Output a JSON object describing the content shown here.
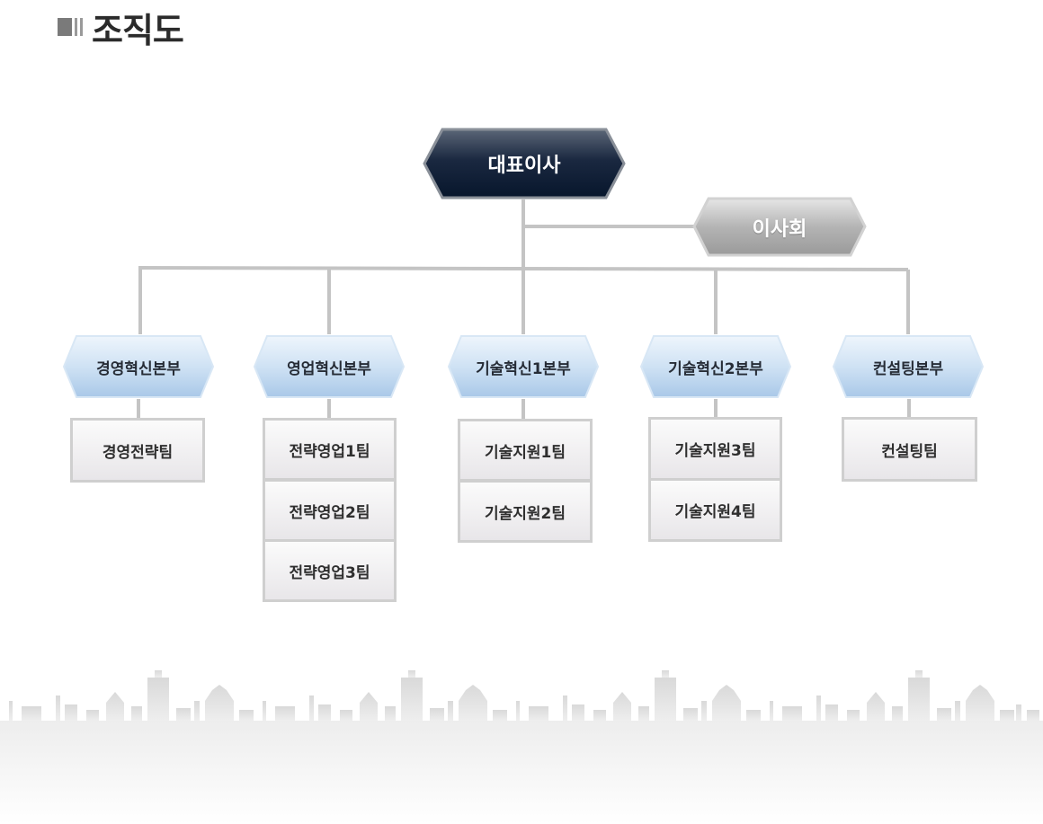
{
  "page": {
    "title": "조직도"
  },
  "org": {
    "ceo": "대표이사",
    "board": "이사회",
    "divisions": [
      {
        "name": "경영혁신본부",
        "teams": [
          "경영전략팀"
        ]
      },
      {
        "name": "영업혁신본부",
        "teams": [
          "전략영업1팀",
          "전략영업2팀",
          "전략영업3팀"
        ]
      },
      {
        "name": "기술혁신1본부",
        "teams": [
          "기술지원1팀",
          "기술지원2팀"
        ]
      },
      {
        "name": "기술혁신2본부",
        "teams": [
          "기술지원3팀",
          "기술지원4팀"
        ]
      },
      {
        "name": "컨설팅본부",
        "teams": [
          "컨설팅팀"
        ]
      }
    ]
  },
  "colors": {
    "ceo_fill": "#0d1d33",
    "board_fill": "#b9b9b9",
    "division_fill": "#c9def3",
    "connector": "#c4c4c4"
  }
}
